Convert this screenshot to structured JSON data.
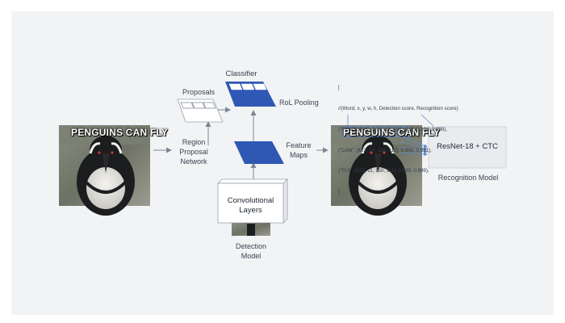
{
  "input_image": {
    "caption": "PENGUINS CAN FLY"
  },
  "output_image": {
    "caption": "PENGUINS CAN FLY"
  },
  "labels": {
    "classifier": "Classifier",
    "proposals": "Proposals",
    "roi_pooling": "RoL Pooling",
    "rpn": [
      "Region",
      "Proposal",
      "Network"
    ],
    "feature_maps": [
      "Feature",
      "Maps"
    ],
    "conv_layers": [
      "Convolutional",
      "Layers"
    ],
    "detection_model": [
      "Detection",
      "Model"
    ],
    "recognition_box": "ResNet-18 + CTC",
    "recognition_model": "Recognition Model"
  },
  "output_text": [
    "[",
    "//(Word, x, y, w, h, Detection score, Recognition score)",
    "(\"PENGUINS\", [156, 10, 450, 113], 0.998, 0.999),",
    "(\"CAN\", [622, 10, 188, 112], 0.999, 0.991),",
    "(\"FLY\", [822, 11, 150, 111], 0.999, 0.999),",
    "]"
  ],
  "colors": {
    "accent_blue": "#2f57b4",
    "panel_background": "#f2f3f5",
    "recognition_box_fill": "#e9ebef",
    "arrow": "#7d8793",
    "connector": "#5b8bd0"
  },
  "icons": [
    "penguin-photo",
    "classifier-plane-icon",
    "proposals-plane-icon",
    "feature-map-plane-icon",
    "conv-layers-cube-icon"
  ]
}
